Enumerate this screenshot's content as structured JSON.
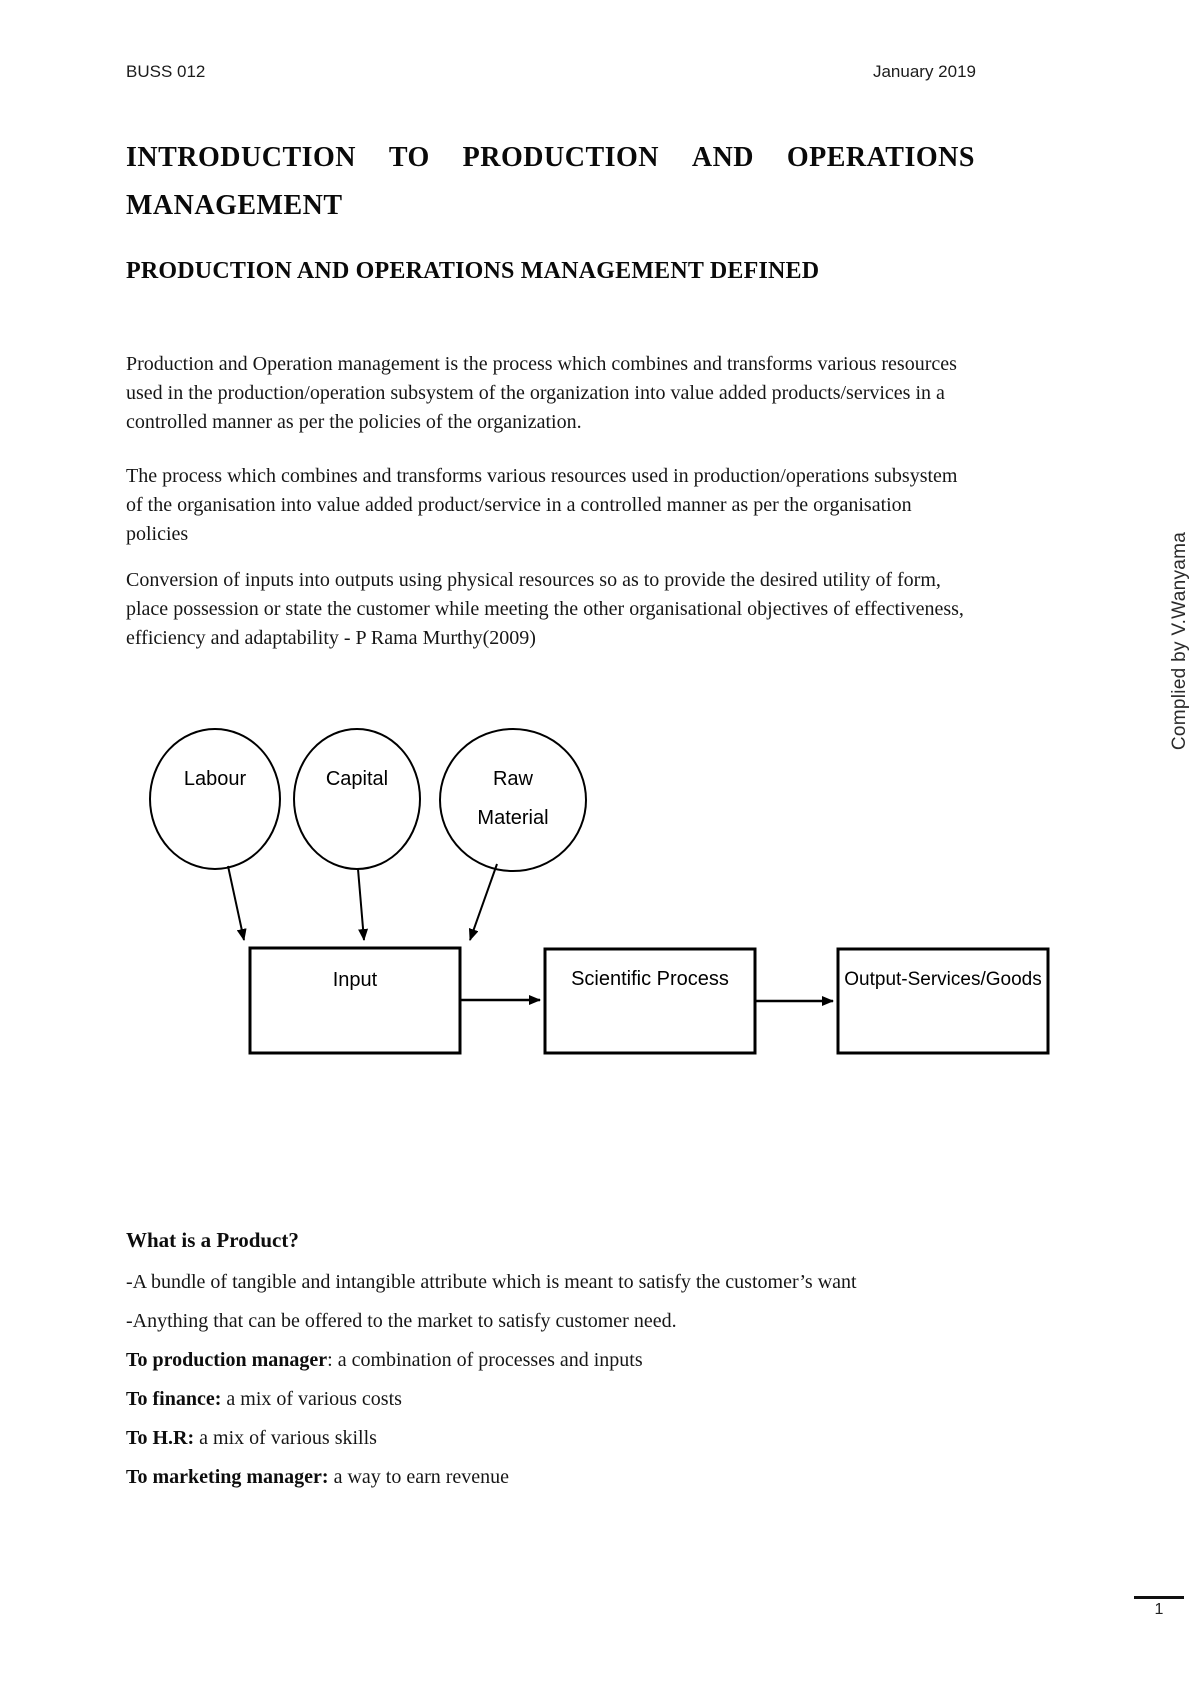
{
  "header": {
    "course_code": "BUSS 012",
    "date": "January 2019"
  },
  "title": {
    "line1_words": [
      "INTRODUCTION",
      "TO",
      "PRODUCTION",
      "AND",
      "OPERATIONS"
    ],
    "line2": "MANAGEMENT"
  },
  "subtitle": "PRODUCTION AND OPERATIONS MANAGEMENT DEFINED",
  "paragraphs": [
    "Production and Operation management is the process which combines and transforms various resources used in the production/operation subsystem of the organization into value added products/services in a controlled manner as per the policies of the organization.",
    "The process which combines and transforms various resources used in production/operations subsystem of the organisation into value added product/service in a controlled manner as per the organisation policies",
    "Conversion of inputs into outputs using physical resources  so as to provide the desired utility of form, place possession or state the customer while meeting the other organisational objectives of effectiveness, efficiency and adaptability - P Rama Murthy(2009)"
  ],
  "diagram": {
    "circles": [
      {
        "label_lines": [
          "Labour"
        ]
      },
      {
        "label_lines": [
          "Capital"
        ]
      },
      {
        "label_lines": [
          "Raw",
          "Material"
        ]
      }
    ],
    "boxes": [
      {
        "label": "Input"
      },
      {
        "label": "Scientific Process"
      },
      {
        "label": "Output-Services/Goods"
      }
    ]
  },
  "product_section": {
    "heading": "What is a Product?",
    "items": [
      {
        "bold": "",
        "text": "-A bundle of tangible and intangible attribute which is meant to satisfy the customer’s want"
      },
      {
        "bold": "",
        "text": "-Anything that can be offered to the market to satisfy customer need."
      },
      {
        "bold": "To production manager",
        "text": ": a combination of processes and inputs"
      },
      {
        "bold": "To finance:",
        "text": " a mix of various costs"
      },
      {
        "bold": "To H.R:",
        "text": " a mix of various skills"
      },
      {
        "bold": "To marketing manager:",
        "text": " a way to earn revenue"
      }
    ]
  },
  "sidebar_note": "Complied by V.Wanyama",
  "footer": {
    "page_number": "1"
  }
}
